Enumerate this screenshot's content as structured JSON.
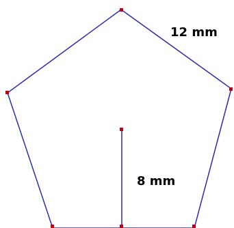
{
  "diagram": {
    "shape": "regular pentagon",
    "side_label": "12 mm",
    "apothem_label": "8 mm",
    "colors": {
      "outline": "#2b2bb0",
      "vertex_dot": "#c00018",
      "text": "#000000",
      "background": "#ffffff"
    }
  }
}
